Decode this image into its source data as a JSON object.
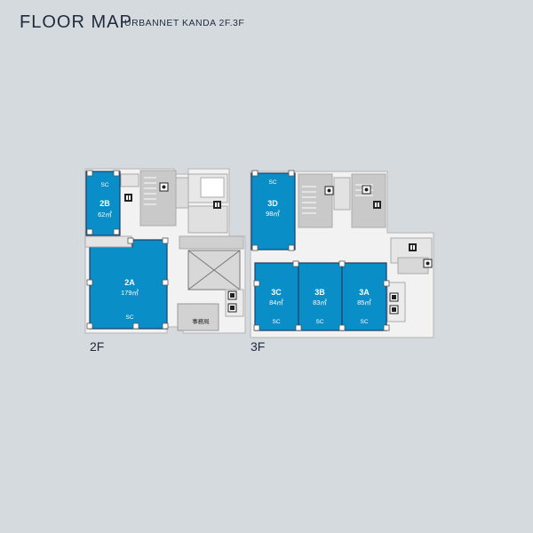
{
  "header": {
    "title": "FLOOR MAP",
    "subtitle": "URBANNET KANDA 2F.3F"
  },
  "floors": [
    {
      "label": "2F",
      "units": [
        {
          "id": "2B",
          "area": "62㎡"
        },
        {
          "id": "2A",
          "area": "179㎡"
        }
      ],
      "office_label": "事務局"
    },
    {
      "label": "3F",
      "units": [
        {
          "id": "3D",
          "area": "98㎡"
        },
        {
          "id": "3C",
          "area": "84㎡"
        },
        {
          "id": "3B",
          "area": "83㎡"
        },
        {
          "id": "3A",
          "area": "85㎡"
        }
      ]
    }
  ],
  "sc_label": "SC",
  "colors": {
    "background": "#d5dade",
    "unit_fill": "#0a8ec7",
    "unit_border": "#1f3f6a",
    "common_fill": "#f2f2f2",
    "wall": "#bfbfbf",
    "text": "#1f2a3d"
  },
  "icons": [
    "restroom-icon",
    "accessible-restroom-icon",
    "elevator-icon",
    "stairs-icon"
  ]
}
